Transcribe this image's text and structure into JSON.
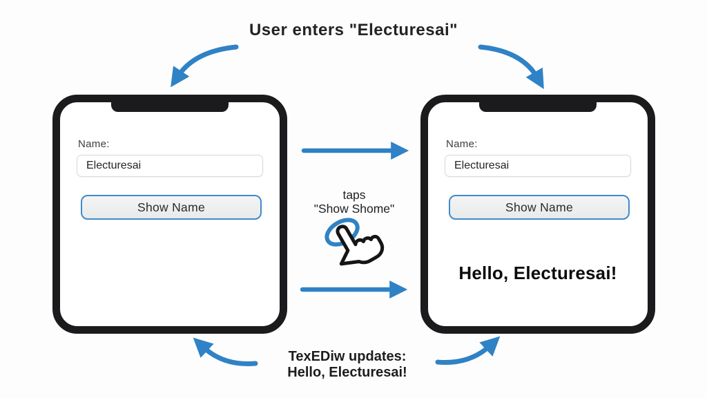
{
  "title": "User enters \"Electuresai\"",
  "left_phone": {
    "name_label": "Name:",
    "input_value": "Electuresai",
    "button_label": "Show Name"
  },
  "right_phone": {
    "name_label": "Name:",
    "input_value": "Electuresai",
    "button_label": "Show Name",
    "greeting": "Hello, Electuresai!"
  },
  "tap_note": {
    "line1": "taps",
    "line2": "\"Show Shome\""
  },
  "footer_note": {
    "line1": "TexEDiw updates:",
    "line2": "Hello, Electuresai!"
  },
  "colors": {
    "arrow_blue": "#2f82c5",
    "button_border_blue": "#4089cb",
    "phone_frame_black": "#1b1b1d",
    "background": "#fdfdfd"
  },
  "icons": {
    "tap_gesture": "tap-gesture-icon",
    "top_left": "curved-arrow-down-left-icon",
    "top_right": "curved-arrow-down-right-icon",
    "mid_top": "arrow-right-icon",
    "mid_bottom": "arrow-right-icon",
    "bottom_left": "curved-arrow-up-left-icon",
    "bottom_right": "curved-arrow-up-right-icon"
  }
}
